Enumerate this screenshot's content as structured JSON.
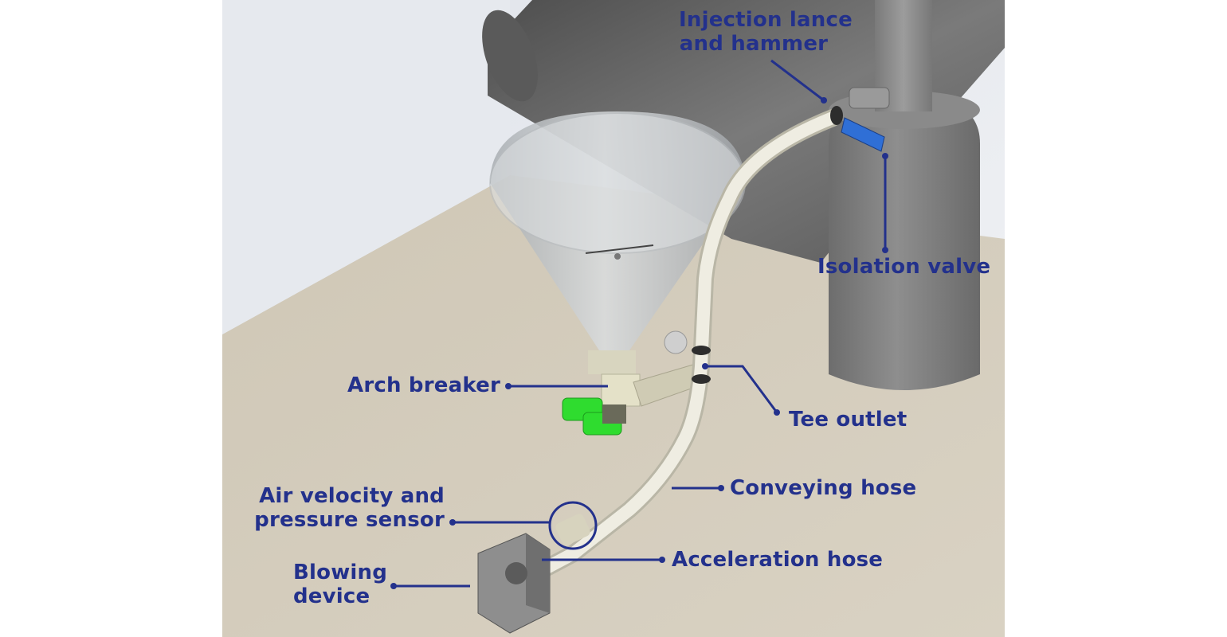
{
  "colors": {
    "label": "#23318c",
    "leader": "#23318c",
    "floor": "#d5cebe",
    "wall": "#eaedf2",
    "pipe": "#7c7c7c",
    "hose": "#e9e7da",
    "motor": "#2ee02e"
  },
  "labels": {
    "injection_lance": {
      "line1": "Injection lance",
      "line2": "and hammer"
    },
    "isolation_valve": "Isolation valve",
    "arch_breaker": "Arch breaker",
    "tee_outlet": "Tee outlet",
    "conveying_hose": "Conveying hose",
    "air_sensor": {
      "line1": "Air velocity and",
      "line2": "pressure sensor"
    },
    "acceleration_hose": "Acceleration hose",
    "blowing_device": {
      "line1": "Blowing",
      "line2": "device"
    }
  },
  "icons": {
    "hopper": "conical-hopper",
    "motors": "green-drive-motors",
    "blower": "blowing-device-unit",
    "sensor_marker": "circle-highlight"
  }
}
